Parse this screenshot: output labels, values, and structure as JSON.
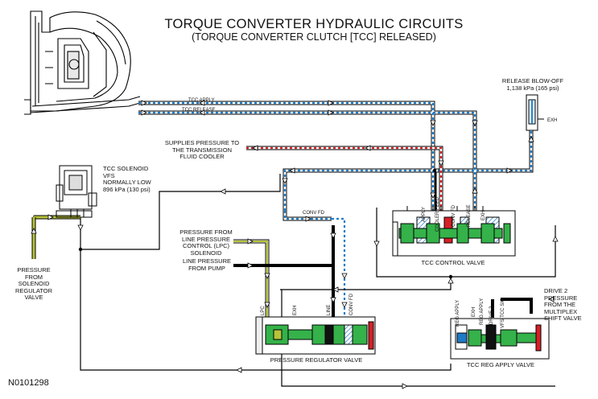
{
  "title": "TORQUE CONVERTER HYDRAULIC CIRCUITS",
  "subtitle": "(TORQUE CONVERTER CLUTCH [TCC] RELEASED)",
  "figure_id": "N0101298",
  "labels": {
    "tcc_apply": "TCC APPLY",
    "tcc_release": "TCC RELEASE",
    "release_blowoff": [
      "RELEASE BLOW-OFF",
      "1,138 kPa (165 psi)"
    ],
    "exh": "EXH",
    "supplies_pressure": [
      "SUPPLIES PRESSURE TO",
      "THE TRANSMISSION",
      "FLUID COOLER"
    ],
    "tcc_solenoid": [
      "TCC SOLENOID",
      "VFS",
      "NORMALLY LOW",
      "896 kPa (130 psi)"
    ],
    "pressure_from_solenoid": [
      "PRESSURE",
      "FROM",
      "SOLENOID",
      "REGULATOR",
      "VALVE"
    ],
    "pressure_from_lpc": [
      "PRESSURE FROM",
      "LINE PRESSURE",
      "CONTROL (LPC)",
      "SOLENOID"
    ],
    "line_pressure_pump": [
      "LINE PRESSURE",
      "FROM PUMP"
    ],
    "conv_fd": "CONV FD",
    "tcc_control_valve": "TCC CONTROL VALVE",
    "pressure_regulator_valve": "PRESSURE REGULATOR VALVE",
    "tcc_reg_apply_valve": "TCC REG APPLY VALVE",
    "drive2_pressure": [
      "DRIVE 2",
      "PRESSURE",
      "FROM THE",
      "MULTIPLEX",
      "SHIFT VALVE"
    ]
  },
  "port_labels": {
    "tcc_control": [
      "APPLY",
      "COOLER FEED",
      "CONV FD",
      "RELEASE",
      "EXH"
    ],
    "pressure_regulator": [
      "LPC",
      "EXH",
      "LINE",
      "CONV FD"
    ],
    "tcc_reg_apply": [
      "REG APPLY",
      "EXH",
      "REG APPLY",
      "DRIVE 2",
      "VFS TCC SIG"
    ]
  },
  "colors": {
    "line": "#000000",
    "converter_feed": "#1e7bc6",
    "cooler_feed": "#d81f26",
    "lpc_signal": "#b7c43a",
    "valve_green": "#35b24a",
    "exhaust": "#ffffff"
  }
}
